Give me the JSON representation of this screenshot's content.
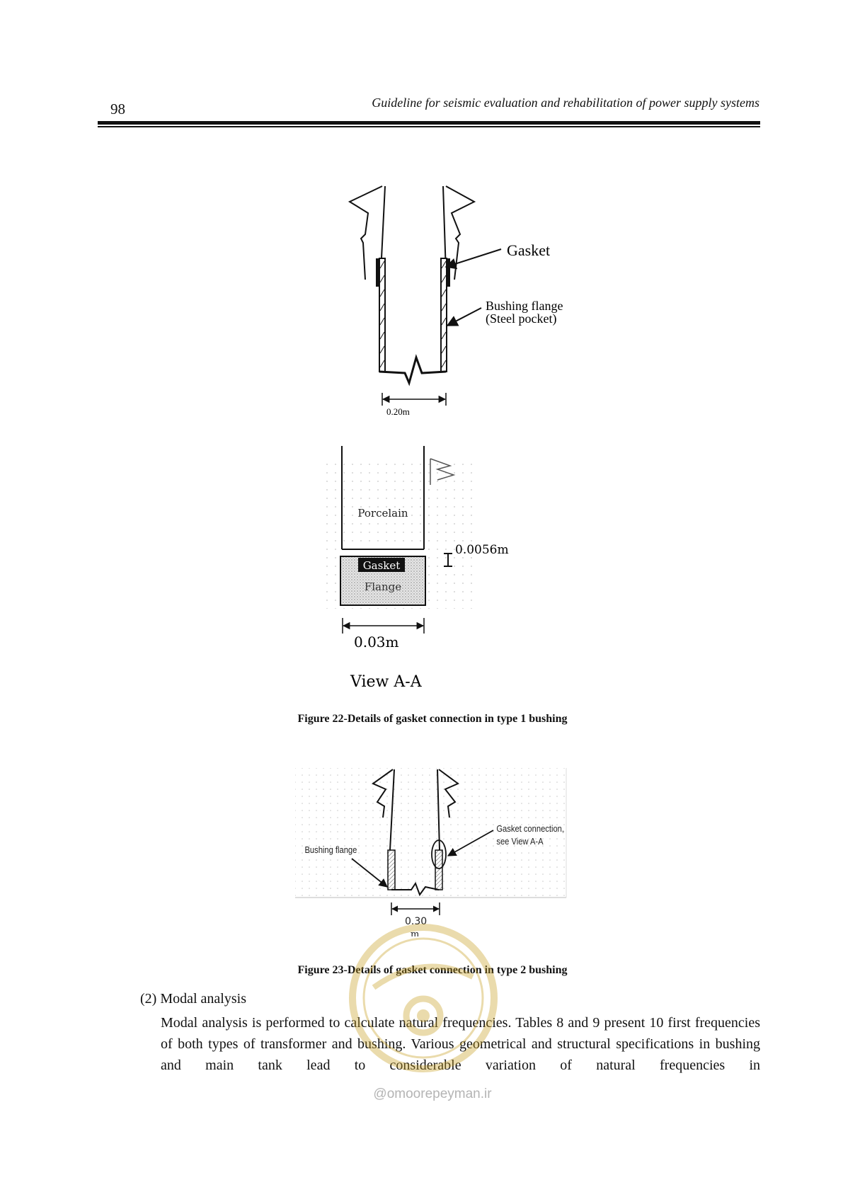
{
  "header": {
    "page_number": "98",
    "running_title": "Guideline for seismic evaluation and rehabilitation of power supply systems"
  },
  "figure22": {
    "label_gasket": "Gasket",
    "label_flange_line1": "Bushing flange",
    "label_flange_line2": "(Steel pocket)",
    "dimension_width": "0.20m",
    "detail_porcelain": "Porcelain",
    "detail_gasket": "Gasket",
    "detail_flange": "Flange",
    "detail_thickness": "0.0056m",
    "detail_width": "0.03m",
    "view_label": "View A-A",
    "caption": "Figure 22-Details of gasket connection in type 1 bushing"
  },
  "figure23": {
    "label_flange": "Bushing flange",
    "label_connection_line1": "Gasket connection,",
    "label_connection_line2": "see View A-A",
    "dimension_value": "0.30",
    "dimension_unit": "m",
    "caption": "Figure 23-Details of gasket connection in type 2 bushing"
  },
  "body": {
    "section_heading": "(2) Modal analysis",
    "paragraph": "Modal analysis is performed to calculate natural frequencies. Tables 8 and 9 present 10 first frequencies of both types of transformer and bushing. Various geometrical and structural specifications in bushing and main tank lead to considerable variation of natural frequencies in"
  },
  "watermark": {
    "site": "@omoorepeyman.ir",
    "colors": {
      "seal": "#c9a227",
      "text": "#b4b4b4"
    }
  }
}
